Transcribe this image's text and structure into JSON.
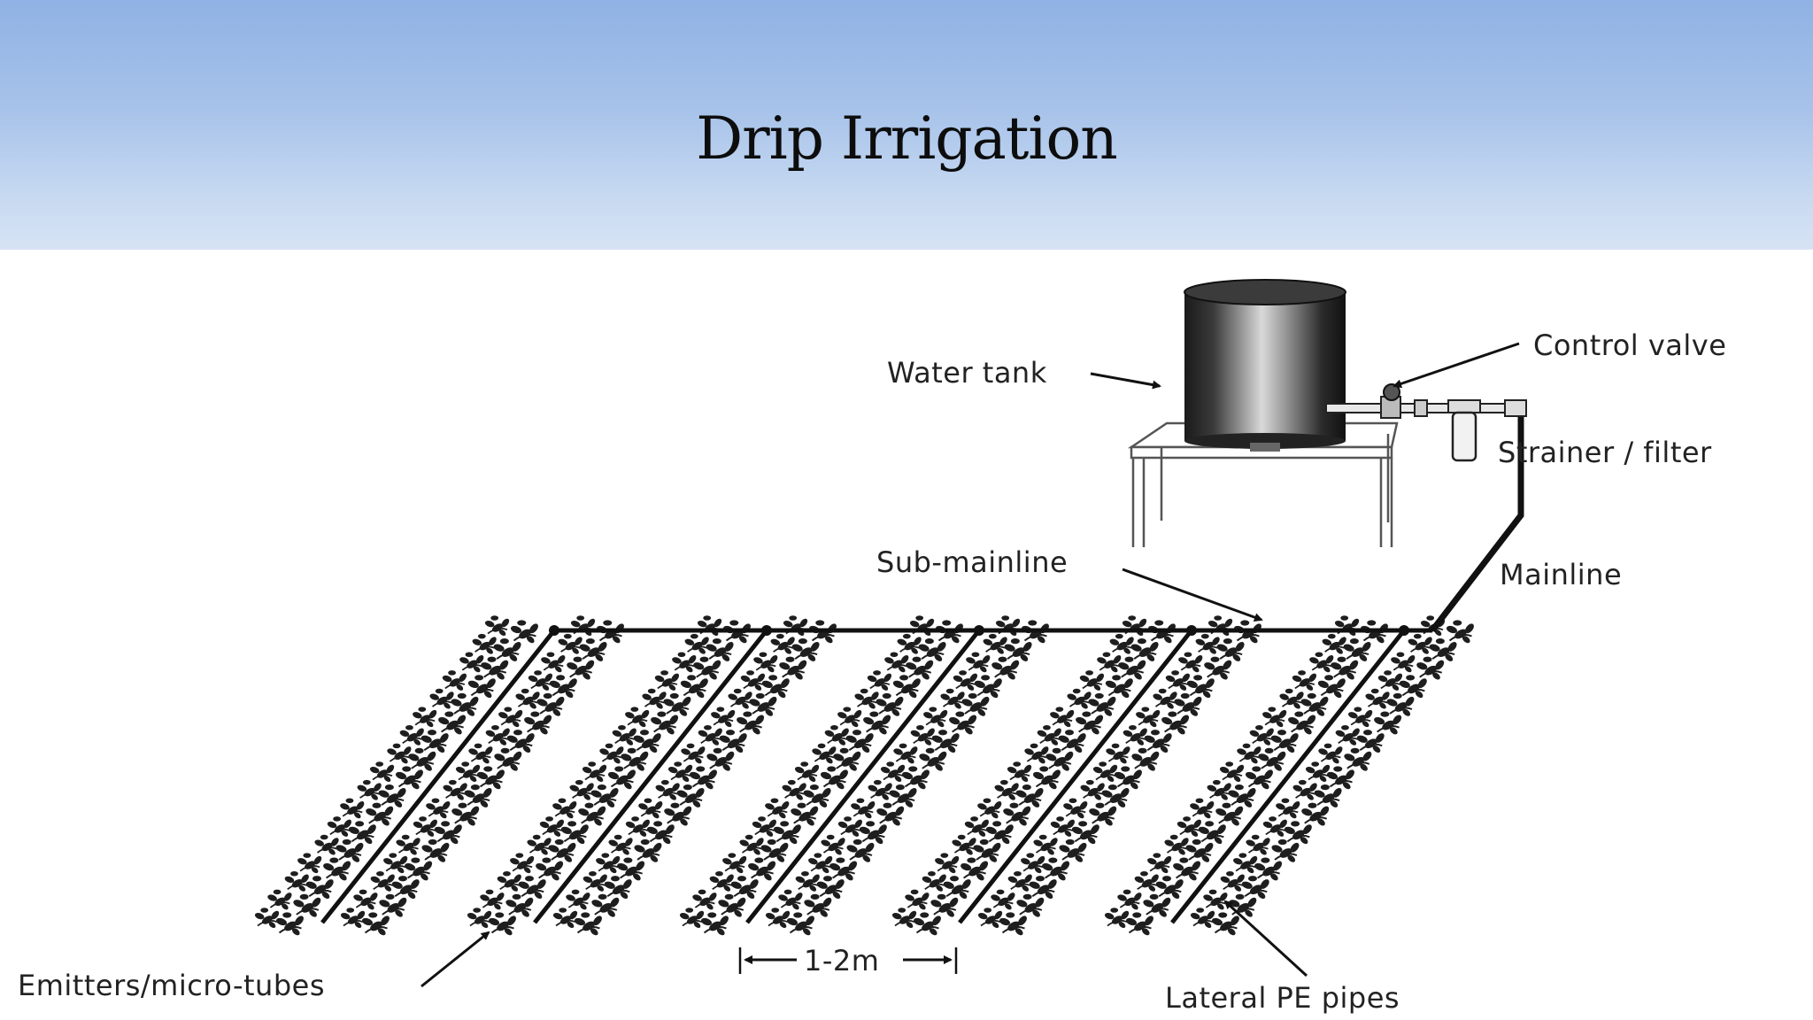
{
  "slide": {
    "title": "Drip Irrigation"
  },
  "diagram": {
    "labels": {
      "water_tank": "Water tank",
      "control_valve": "Control valve",
      "strainer_filter": "Strainer / filter",
      "mainline": "Mainline",
      "sub_mainline": "Sub-mainline",
      "emitters": "Emitters/micro-tubes",
      "spacing": "1-2m",
      "lateral_pipes": "Lateral PE pipes"
    },
    "lateral_count": 5
  }
}
